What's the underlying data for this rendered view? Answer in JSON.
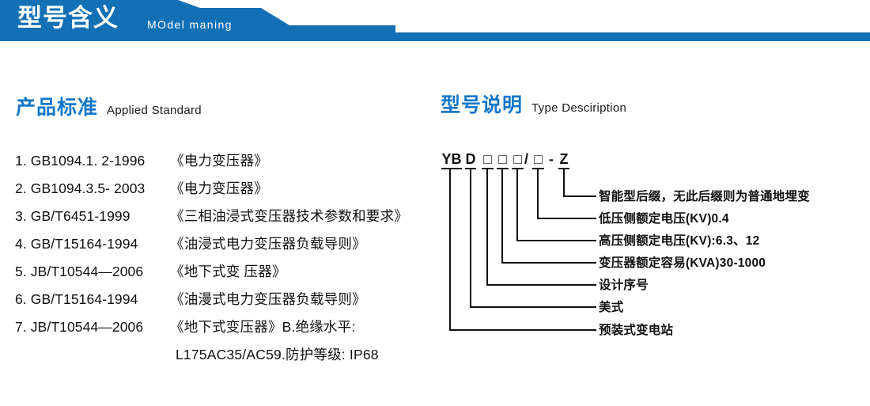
{
  "banner": {
    "title_cn": "型号含义",
    "title_en": "MOdel maning",
    "color": "#1370b5"
  },
  "standards_section": {
    "heading_cn": "产品标准",
    "heading_en": "Applied Standard",
    "heading_color": "#1477c9",
    "items": [
      {
        "code": "1. GB1094.1. 2-1996",
        "name": "《电力变压器》"
      },
      {
        "code": "2. GB1094.3.5- 2003",
        "name": "《电力变压器》"
      },
      {
        "code": "3. GB/T6451-1999",
        "name": "《三相油浸式变压器技术参数和要求》"
      },
      {
        "code": "4. GB/T15164-1994",
        "name": "《油浸式电力变压器负载导则》"
      },
      {
        "code": "5. JB/T10544—2006",
        "name": "《地下式变 压器》"
      },
      {
        "code": "6. GB/T15164-1994",
        "name": "《油漫式电力变压器负载导则》"
      },
      {
        "code": "7. JB/T10544—2006",
        "name": "《地下式变压器》B.绝缘水平:"
      }
    ],
    "continuation": "L175AC35/AC59.防护等级: IP68"
  },
  "type_section": {
    "heading_cn": "型号说明",
    "heading_en": "Type Desciription",
    "heading_color": "#1477c9",
    "code_parts": {
      "yb": "YB",
      "d": "D",
      "box1": "□",
      "box2": "□",
      "box3": "□",
      "slash": "/",
      "box4": "□",
      "dash": "-",
      "z": "Z"
    },
    "code_full": "YB D □□□/□ - Z",
    "callouts": [
      "智能型后缀，无此后缀则为普通地埋变",
      "低压侧额定电压(KV)0.4",
      "高压侧额定电压(KV):6.3、12",
      "变压器额定容易(KVA)30-1000",
      "设计序号",
      "美式",
      "预装式变电站"
    ]
  }
}
